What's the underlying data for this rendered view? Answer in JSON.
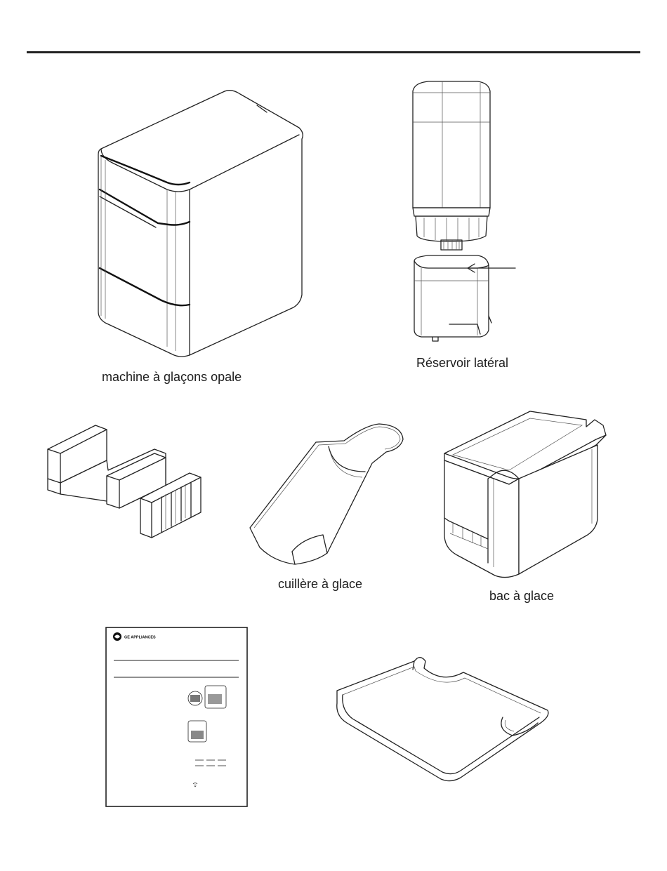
{
  "items": [
    {
      "id": "ice-maker",
      "label": "machine à glaçons opale"
    },
    {
      "id": "side-tank",
      "label": "Réservoir latéral"
    },
    {
      "id": "ice-scoop",
      "label": "cuillère à glace"
    },
    {
      "id": "ice-bin",
      "label": "bac à glace"
    }
  ],
  "manual": {
    "brand": "GE APPLIANCES"
  }
}
